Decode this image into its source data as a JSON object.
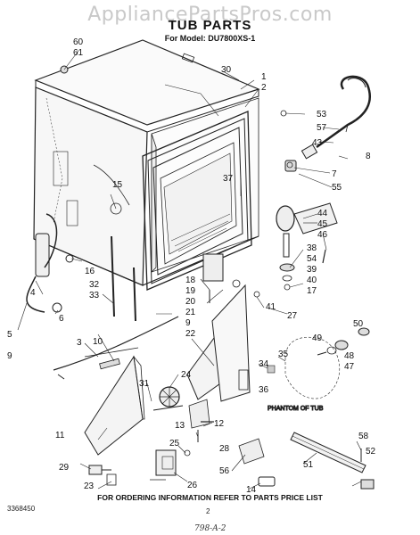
{
  "header": {
    "watermark": "AppliancePartsPros.com",
    "title": "TUB PARTS",
    "model": "For Model: DU7800XS-1"
  },
  "diagram": {
    "phantom_label": "PHANTOM OF TUB",
    "callouts": [
      "1",
      "2",
      "3",
      "4",
      "5",
      "6",
      "7",
      "8",
      "9",
      "10",
      "11",
      "12",
      "13",
      "14",
      "15",
      "16",
      "17",
      "18",
      "19",
      "20",
      "21",
      "22",
      "23",
      "24",
      "25",
      "26",
      "27",
      "28",
      "29",
      "30",
      "31",
      "32",
      "33",
      "34",
      "35",
      "36",
      "37",
      "38",
      "39",
      "40",
      "41",
      "43",
      "44",
      "45",
      "46",
      "47",
      "48",
      "49",
      "50",
      "51",
      "52",
      "53",
      "54",
      "55",
      "56",
      "57",
      "58",
      "60",
      "61"
    ]
  },
  "footer": {
    "note": "FOR ORDERING INFORMATION REFER TO PARTS PRICE LIST",
    "doc_number": "3368450",
    "page_number": "2",
    "handwritten": "798-A-2"
  }
}
